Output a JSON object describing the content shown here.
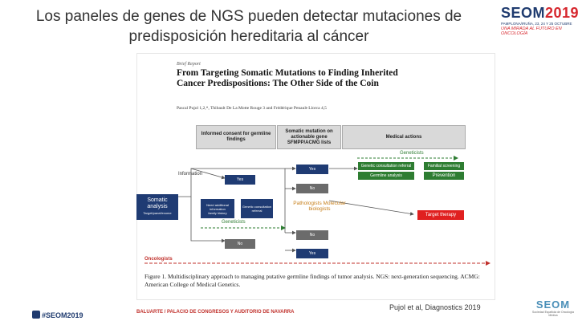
{
  "slide": {
    "title": "Los paneles de genes de NGS pueden detectar mutaciones de predisposición hereditaria al cáncer"
  },
  "logo": {
    "name_part1": "SEOM",
    "name_part2": "2019",
    "dates": "PAMPLONA/IRUÑA, 23, 24 Y 25 OCTUBRE",
    "tagline": "UNA MIRADA AL FUTURO EN ONCOLOGÍA"
  },
  "paper": {
    "type": "Brief Report",
    "title": "From Targeting Somatic Mutations to Finding Inherited Cancer Predispositions: The Other Side of the Coin",
    "authors": "Pascal Pujol 1,2,*, Thibault De La Motte Rouge 3 and Frédérique Penault-Llorca 4,5"
  },
  "figure": {
    "header_consent": "Informed consent for germline findings",
    "header_somatic": "Somatic mutation on actionable gene SFMPP/ACMG lists",
    "header_actions": "Medical actions",
    "geneticists_top": "Geneticists",
    "genetic_counseling": "Genetic consultation referral",
    "germline_analysis": "Germline analysis",
    "familial_screening": "Familial screening",
    "prevention": "Prevention",
    "information": "Information",
    "yes_1": "Yes",
    "yes_2": "Yes",
    "no_1": "No",
    "somatic_analysis": "Somatic analysis",
    "somatic_sub": "Target/panel/exome",
    "need_info": "Need additional information",
    "family_history": "family history",
    "genetic_consult": "Genetic consultation referral",
    "geneticists_mid": "Geneticists",
    "pathologists": "Pathologists Molecular biologists",
    "target_therapy": "Target therapy",
    "no_2": "No",
    "no_3": "No",
    "yes_3": "Yes",
    "oncologists": "Oncologists"
  },
  "caption": "Figure 1. Multidisciplinary approach to managing putative germline findings of tumor analysis. NGS: next-generation sequencing. ACMG: American College of Medical Genetics.",
  "footer": {
    "hashtag": "#SEOM2019",
    "venue": "BALUARTE / PALACIO DE CONGRESOS Y AUDITORIO DE NAVARRA",
    "citation": "Pujol et al, Diagnostics 2019",
    "small_logo": "SEOM",
    "small_logo_sub": "Sociedad Española de Oncología Médica"
  }
}
